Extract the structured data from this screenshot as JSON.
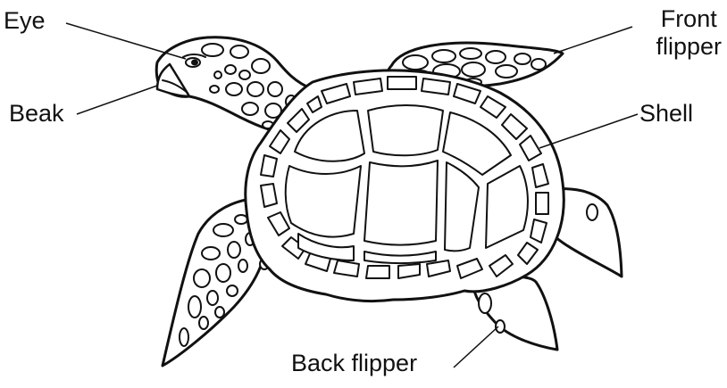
{
  "labels": {
    "eye": "Eye",
    "beak": "Beak",
    "front_flipper_line1": "Front",
    "front_flipper_line2": "flipper",
    "shell": "Shell",
    "back_flipper": "Back flipper"
  },
  "colors": {
    "stroke": "#111111",
    "fill": "#ffffff"
  }
}
